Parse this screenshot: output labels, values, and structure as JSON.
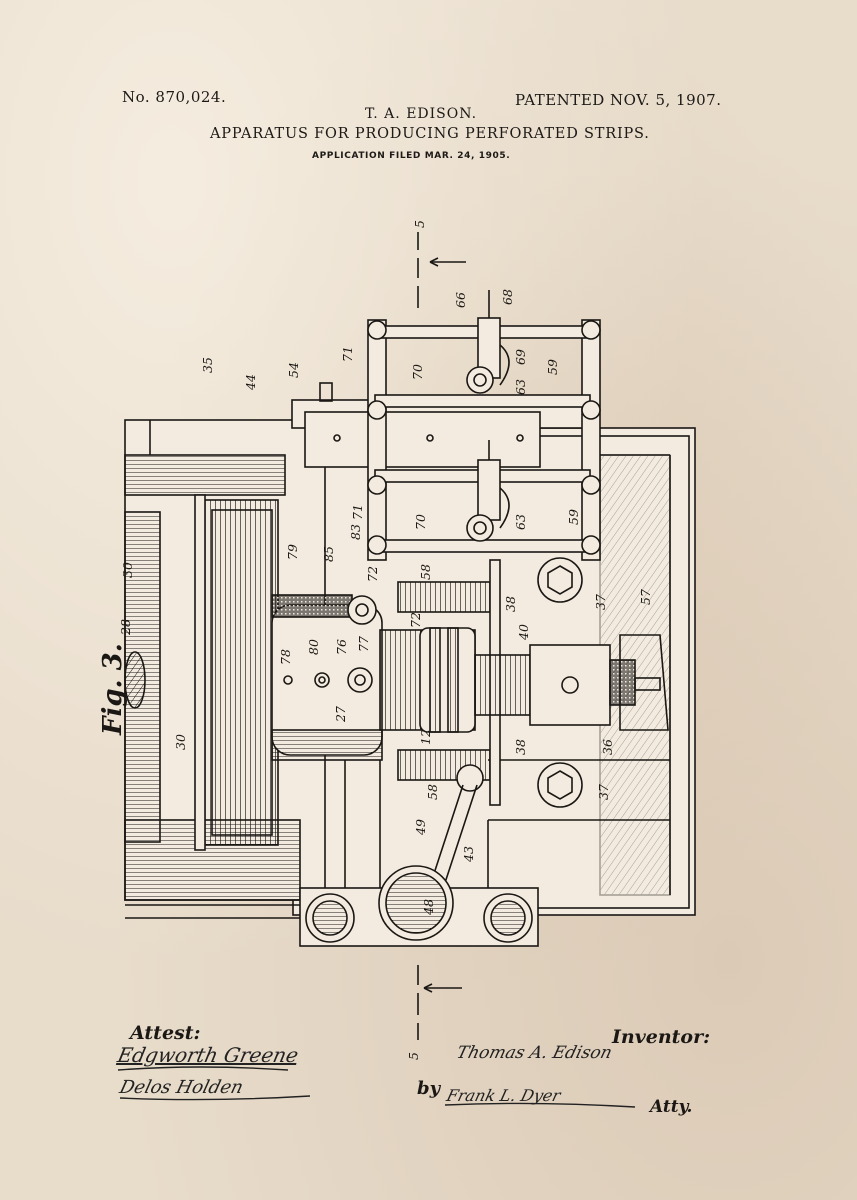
{
  "header": {
    "patent_number": "No. 870,024.",
    "patented_date": "PATENTED NOV. 5, 1907.",
    "inventor_name": "T. A. EDISON.",
    "title": "APPARATUS FOR PRODUCING PERFORATED STRIPS.",
    "application": "APPLICATION FILED MAR. 24, 1905."
  },
  "figure": {
    "label": "Fig. 3.",
    "section_marks": [
      "5",
      "5"
    ],
    "reference_numerals": [
      "35",
      "44",
      "54",
      "71",
      "70",
      "66",
      "68",
      "63",
      "69",
      "59",
      "71",
      "70",
      "63",
      "59",
      "30",
      "28",
      "30",
      "79",
      "85",
      "83",
      "72",
      "58",
      "78",
      "80",
      "76",
      "77",
      "72",
      "38",
      "40",
      "37",
      "57",
      "27",
      "12",
      "36",
      "38",
      "37",
      "58",
      "49",
      "43",
      "48"
    ]
  },
  "footer": {
    "attest_label": "Attest:",
    "inventor_label": "Inventor:",
    "by_label": "by",
    "atty_label": "Atty.",
    "witness_signatures": [
      "Edgworth Greene",
      "Delos Holden"
    ],
    "inventor_signature": "Thomas A. Edison",
    "attorney_signature": "Frank L. Dyer"
  },
  "colors": {
    "paper": "#e8dccb",
    "ink": "#1a1714"
  }
}
